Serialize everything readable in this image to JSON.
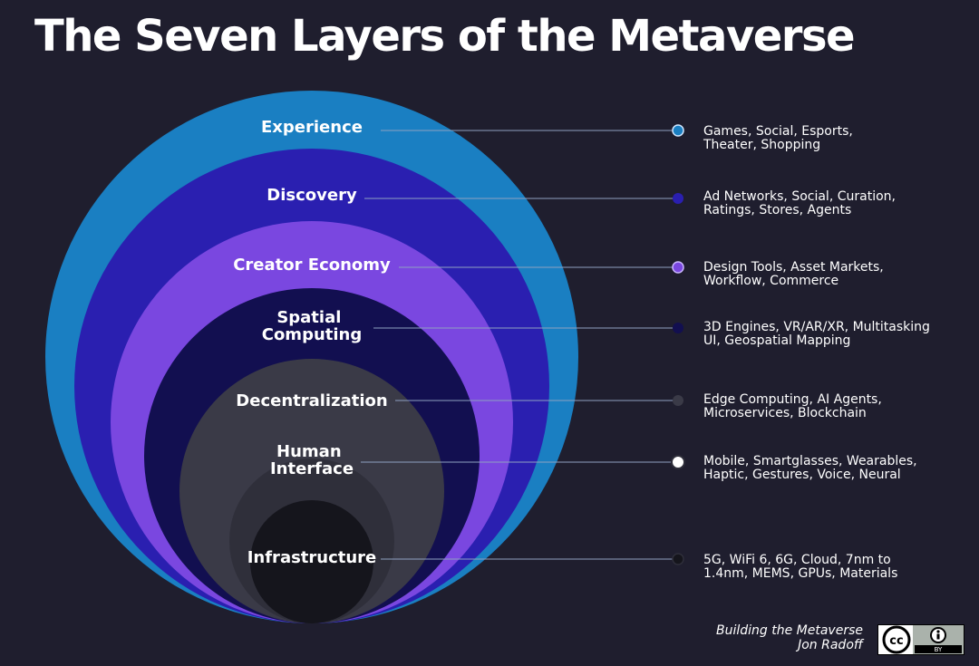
{
  "title": "The Seven Layers of the Metaverse",
  "layers": [
    {
      "label": [
        "Experience"
      ],
      "desc": [
        "Games, Social, Esports,",
        "Theater, Shopping"
      ],
      "color": "#1a7fc2"
    },
    {
      "label": [
        "Discovery"
      ],
      "desc": [
        "Ad Networks, Social, Curation,",
        "Ratings, Stores, Agents"
      ],
      "color": "#2a1fb0"
    },
    {
      "label": [
        "Creator Economy"
      ],
      "desc": [
        "Design Tools, Asset Markets,",
        "Workflow, Commerce"
      ],
      "color": "#7a47e0"
    },
    {
      "label": [
        "Spatial",
        "Computing"
      ],
      "desc": [
        "3D Engines, VR/AR/XR, Multitasking",
        "UI, Geospatial Mapping"
      ],
      "color": "#120f50"
    },
    {
      "label": [
        "Decentralization"
      ],
      "desc": [
        "Edge Computing, AI Agents,",
        "Microservices, Blockchain"
      ],
      "color": "#3a3a47"
    },
    {
      "label": [
        "Human",
        "Interface"
      ],
      "desc": [
        "Mobile, Smartglasses, Wearables,",
        "Haptic, Gestures, Voice, Neural"
      ],
      "color": "#2e2e3a"
    },
    {
      "label": [
        "Infrastructure"
      ],
      "desc": [
        "5G, WiFi 6, 6G, Cloud, 7nm to",
        "1.4nm, MEMS, GPUs, Materials"
      ],
      "color": "#15151c"
    }
  ],
  "credit": {
    "line1": "Building the Metaverse",
    "line2": "Jon Radoff"
  },
  "license": {
    "cc": "cc",
    "by": "BY"
  }
}
